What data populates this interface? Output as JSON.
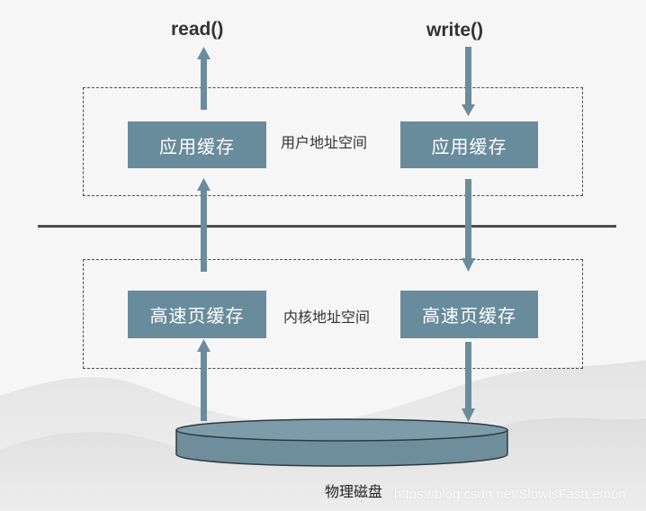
{
  "calls": {
    "read": "read()",
    "write": "write()"
  },
  "user_space": {
    "label": "用户地址空间",
    "left_box": "应用缓存",
    "right_box": "应用缓存"
  },
  "kernel_space": {
    "label": "内核地址空间",
    "left_box": "高速页缓存",
    "right_box": "高速页缓存"
  },
  "disk": {
    "label": "物理磁盘"
  },
  "watermark": "https://blog.csdn.net/SlowIsFastLemon",
  "colors": {
    "box_fill": "#688c9c",
    "arrow": "#6a8c9c",
    "disk_fill": "#6e8e9c",
    "divider": "#4d4d4d",
    "dashed_border": "#4a4a4a"
  }
}
